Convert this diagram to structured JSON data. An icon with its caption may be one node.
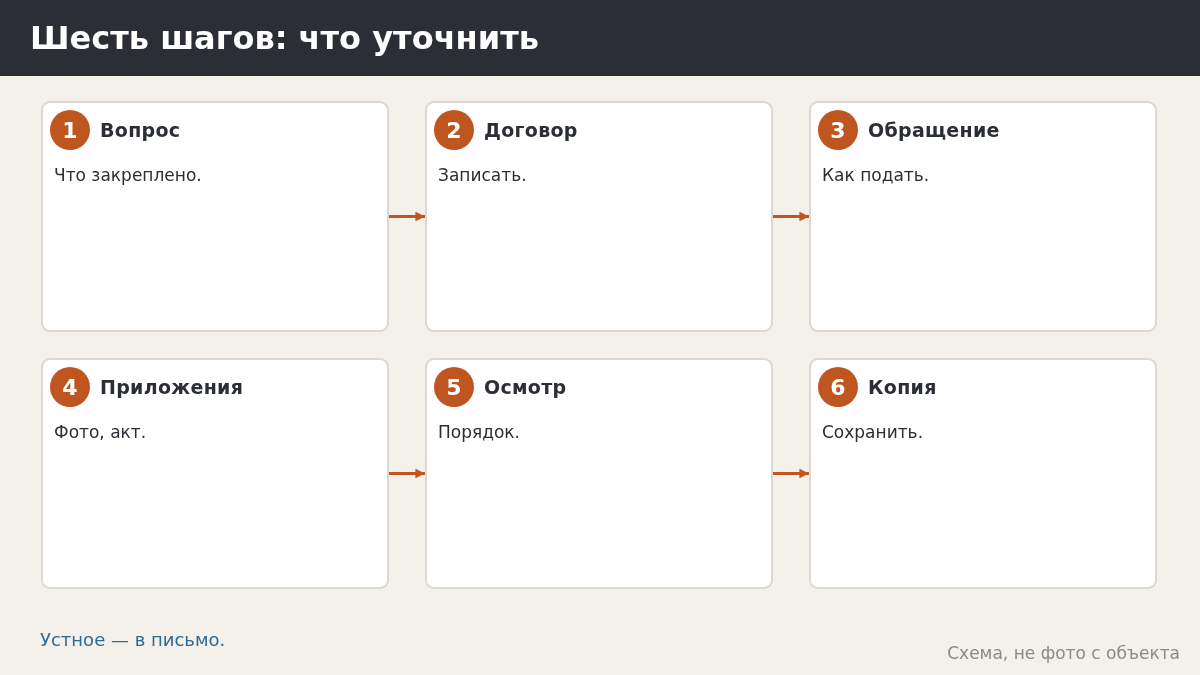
{
  "diagram": {
    "title": "Шесть шагов: что уточнить",
    "nodes": [
      {
        "text": [
          "1",
          "Вопрос",
          "Что закреплено."
        ]
      },
      {
        "text": [
          "2",
          "Договор",
          "Записать."
        ]
      },
      {
        "text": [
          "3",
          "Обращение",
          "Как подать."
        ]
      },
      {
        "text": [
          "4",
          "Приложения",
          "Фото, акт."
        ]
      },
      {
        "text": [
          "5",
          "Осмотр",
          "Порядок."
        ]
      },
      {
        "text": [
          "6",
          "Копия",
          "Сохранить."
        ]
      }
    ],
    "edges": [
      {
        "from": 0,
        "to": 1,
        "arrow": "to"
      },
      {
        "from": 1,
        "to": 2,
        "arrow": "to"
      },
      {
        "from": 3,
        "to": 4,
        "arrow": "to"
      },
      {
        "from": 4,
        "to": 5,
        "arrow": "to"
      }
    ],
    "labels": [
      "Устное — в письмо.",
      "Схема, не фото с объекта"
    ]
  }
}
